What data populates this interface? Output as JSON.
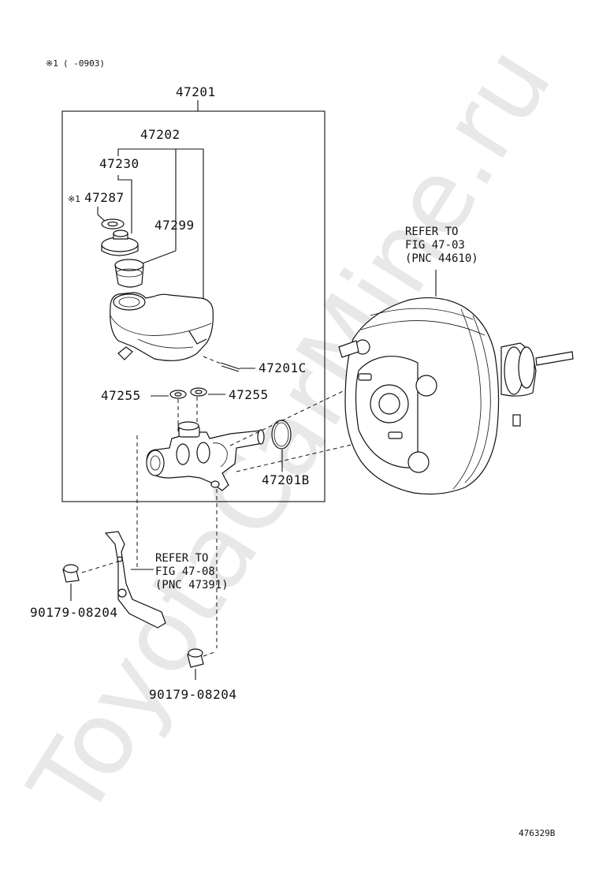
{
  "watermark": "ToyotaCarMine.ru",
  "note": {
    "mark": "※1",
    "text": "(   -0903)"
  },
  "labels": {
    "assembly": "47201",
    "reservoir": "47202",
    "cap": "47230",
    "cap_mark": "※1",
    "gasket": "47287",
    "strainer": "47299",
    "pin": "47201C",
    "grommet_left": "47255",
    "grommet_right": "47255",
    "oring": "47201B",
    "nut_upper": "90179-08204",
    "nut_lower": "90179-08204"
  },
  "refs": {
    "booster": [
      "REFER TO",
      "FIG 47-03",
      "(PNC 44610)"
    ],
    "bracket": [
      "REFER TO",
      "FIG 47-08",
      "(PNC 47391)"
    ]
  },
  "diagram_id": "476329B"
}
